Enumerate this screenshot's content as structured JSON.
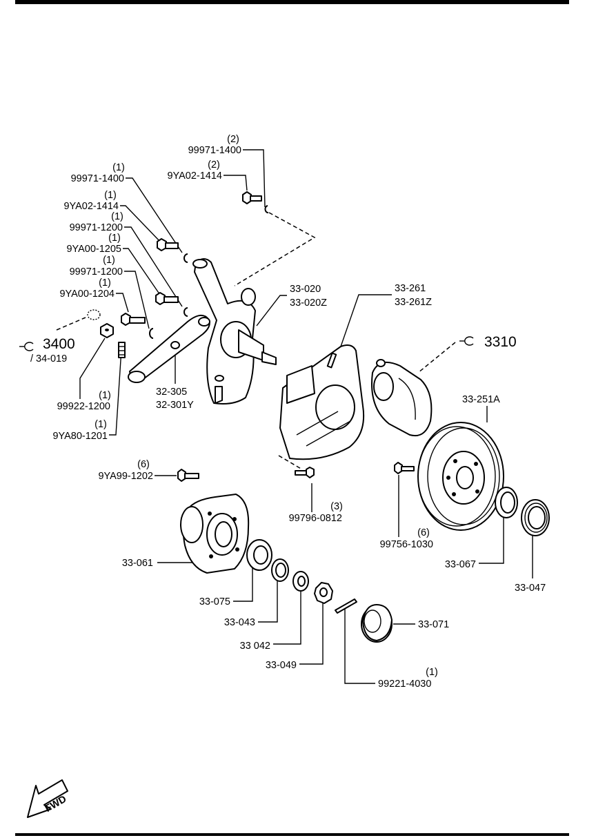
{
  "labels": {
    "p99971_1400_top": {
      "qty": "(2)",
      "part": "99971-1400"
    },
    "p9ya02_1414_top": {
      "qty": "(2)",
      "part": "9YA02-1414"
    },
    "p99971_1400": {
      "qty": "(1)",
      "part": "99971-1400"
    },
    "p9ya02_1414": {
      "qty": "(1)",
      "part": "9YA02-1414"
    },
    "p99971_1200_a": {
      "qty": "(1)",
      "part": "99971-1200"
    },
    "p9ya00_1205": {
      "qty": "(1)",
      "part": "9YA00-1205"
    },
    "p99971_1200_b": {
      "qty": "(1)",
      "part": "99971-1200"
    },
    "p9ya00_1204": {
      "qty": "(1)",
      "part": "9YA00-1204"
    },
    "ref3400": {
      "code": "3400",
      "sub": "/ 34-019"
    },
    "p99922_1200": {
      "qty": "(1)",
      "part": "99922-1200"
    },
    "p9ya80_1201": {
      "qty": "(1)",
      "part": "9YA80-1201"
    },
    "knuckle": {
      "a": "33-020",
      "b": "33-020Z"
    },
    "dust_cover": {
      "a": "33-261",
      "b": "33-261Z"
    },
    "ref3310": {
      "code": "3310"
    },
    "knuckle_arm": {
      "a": "32-305",
      "b": "32-301Y"
    },
    "disc": {
      "part": "33-251A"
    },
    "p9ya99_1202": {
      "qty": "(6)",
      "part": "9YA99-1202"
    },
    "p99796_0812": {
      "qty": "(3)",
      "part": "99796-0812"
    },
    "p99756_1030": {
      "qty": "(6)",
      "part": "99756-1030"
    },
    "hub": {
      "part": "33-061"
    },
    "seal_inner": {
      "part": "33-067"
    },
    "bearing_inner": {
      "part": "33-047"
    },
    "bearing_outer": {
      "part": "33-075"
    },
    "race": {
      "part": "33-043"
    },
    "washer": {
      "part": "33 042"
    },
    "nut": {
      "part": "33-049"
    },
    "cap": {
      "part": "33-071"
    },
    "cotter": {
      "qty": "(1)",
      "part": "99221-4030"
    },
    "fwd": "FWD"
  }
}
